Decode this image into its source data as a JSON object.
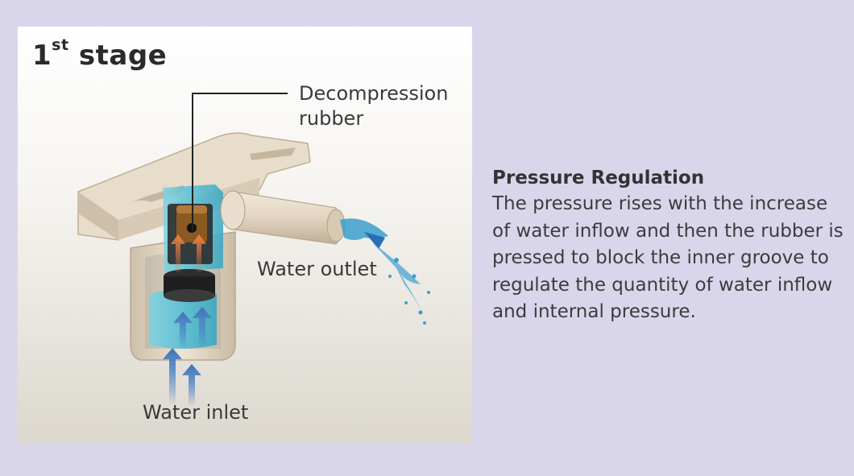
{
  "diagram": {
    "stage_number": "1",
    "stage_suffix": "st",
    "stage_word": " stage",
    "labels": {
      "decompression_line1": "Decompression",
      "decompression_line2": "rubber",
      "water_outlet": "Water outlet",
      "water_inlet": "Water inlet"
    },
    "colors": {
      "background": "#d9d6ec",
      "housing": "#e3d6c3",
      "water": "#5ec3d8",
      "arrow_blue": "#3f73b9",
      "arrow_orange": "#ef8a4a",
      "rubber_brown": "#8a5a22"
    }
  },
  "info": {
    "heading": "Pressure Regulation",
    "body": "The pressure rises with the increase of water inflow and then the rubber is pressed to block the inner groove to regulate the quantity of water inflow and internal pressure."
  }
}
